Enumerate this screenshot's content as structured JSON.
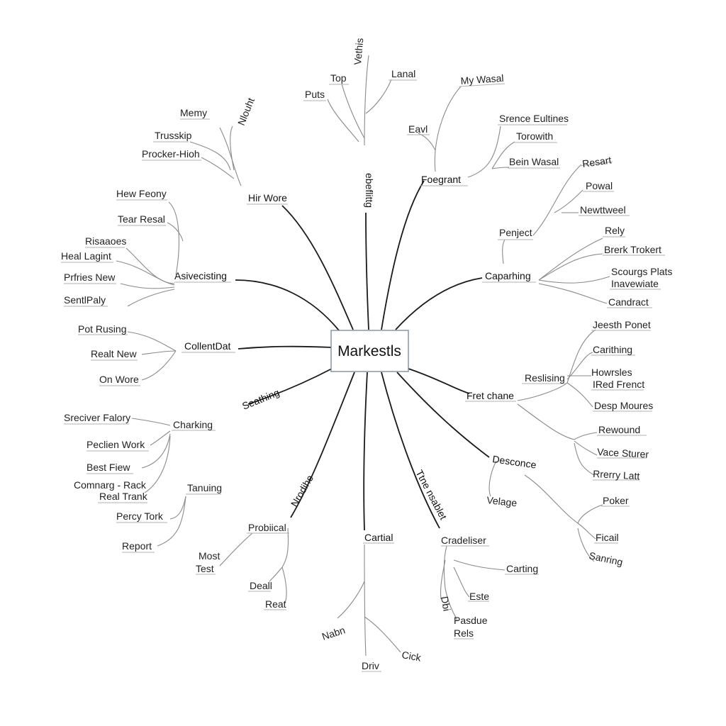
{
  "center": {
    "label": "Markestls"
  },
  "colors": {
    "main_line": "#1a1a1a",
    "sub_line": "#8a8a8a",
    "center_border": "#7d8fa3"
  },
  "branches": [
    {
      "label": "ebeflittg",
      "children": [
        "Vethis",
        "Top",
        "Puts",
        "Lanal"
      ]
    },
    {
      "label": "Foegrant",
      "children": [
        "My Wasal",
        "Eavl",
        "Srence Eultines",
        "Torowith",
        "Bein Wasal"
      ]
    },
    {
      "label": "Caparhing",
      "children": [
        "Penject",
        "Resart",
        "Powal",
        "Newttweel",
        "Rely",
        "Brerk Trokert",
        "Scourgs Plats",
        "Inavewiate",
        "Candract"
      ]
    },
    {
      "label": "Fret chane",
      "children": [
        "Reslising",
        "Jeesth Ponet",
        "Carithing",
        "Howrsles",
        "IRed Frenct",
        "Desp Moures",
        "Rewound",
        "Vace Sturer",
        "Rrerry Latt"
      ]
    },
    {
      "label": "Desconce",
      "children": [
        "Velage",
        "Poker",
        "Ficail",
        "Sanring"
      ]
    },
    {
      "label": "Ttne nsablet",
      "children": [
        "Cradeliser",
        "Carting",
        "Este",
        "Dbi",
        "Pasdue",
        "Rels"
      ]
    },
    {
      "label": "Cartial",
      "children": [
        "Nabn",
        "Driv",
        "Cick"
      ]
    },
    {
      "label": "Nrodihe",
      "children": [
        "Probiical",
        "Most",
        "Test",
        "Deall",
        "Reat"
      ]
    },
    {
      "label": "Seathing",
      "children": [
        "Charking",
        "Sreciver Falory",
        "Peclien Work",
        "Best Fiew",
        "Comnarg - Rack",
        "Real Trank",
        "Tanuing",
        "Percy Tork",
        "Report"
      ]
    },
    {
      "label": "CollentDat",
      "children": [
        "Pot Rusing",
        "Realt New",
        "On Wore"
      ]
    },
    {
      "label": "Asivecisting",
      "children": [
        "Hew Feony",
        "Tear Resal",
        "Risaaoes",
        "Heal Lagint",
        "Prfries New",
        "SentlPaly"
      ]
    },
    {
      "label": "Hir Wore",
      "children": [
        "Memy",
        "Nlouht",
        "Trusskip",
        "Procker-Hioh"
      ]
    }
  ]
}
